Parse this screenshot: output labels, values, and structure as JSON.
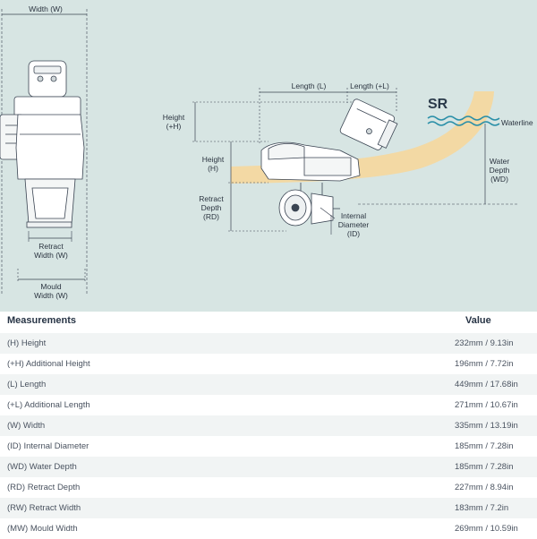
{
  "diagram": {
    "labels": {
      "width": "Width (W)",
      "length": "Length (L)",
      "length_add": "Length (+L)",
      "height_add_1": "Height",
      "height_add_2": "(+H)",
      "height_1": "Height",
      "height_2": "(H)",
      "retract_depth_1": "Retract",
      "retract_depth_2": "Depth",
      "retract_depth_3": "(RD)",
      "internal_diameter_1": "Internal",
      "internal_diameter_2": "Diameter",
      "internal_diameter_3": "(ID)",
      "retract_width_1": "Retract",
      "retract_width_2": "Width (W)",
      "mould_width_1": "Mould",
      "mould_width_2": "Width (W)",
      "waterline": "Waterline",
      "water_depth_1": "Water",
      "water_depth_2": "Depth",
      "water_depth_3": "(WD)",
      "brand": "SR"
    },
    "colors": {
      "background": "#d7e5e3",
      "hull": "#f3d9a4",
      "water": "#2a8fa8",
      "line": "#3a4452"
    }
  },
  "table": {
    "header": {
      "measurement": "Measurements",
      "value": "Value"
    },
    "rows": [
      {
        "name": "(H) Height",
        "value": "232mm / 9.13in"
      },
      {
        "name": "(+H) Additional Height",
        "value": "196mm / 7.72in"
      },
      {
        "name": "(L) Length",
        "value": "449mm / 17.68in"
      },
      {
        "name": "(+L) Additional Length",
        "value": "271mm / 10.67in"
      },
      {
        "name": "(W) Width",
        "value": "335mm / 13.19in"
      },
      {
        "name": "(ID) Internal Diameter",
        "value": "185mm / 7.28in"
      },
      {
        "name": "(WD) Water Depth",
        "value": "185mm / 7.28in"
      },
      {
        "name": "(RD) Retract Depth",
        "value": "227mm / 8.94in"
      },
      {
        "name": "(RW) Retract Width",
        "value": "183mm / 7.2in"
      },
      {
        "name": "(MW) Mould Width",
        "value": "269mm / 10.59in"
      }
    ]
  }
}
